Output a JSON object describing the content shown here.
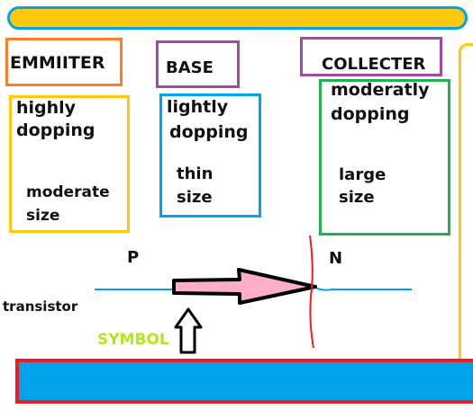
{
  "labels": {
    "emitter": "EMMIITER",
    "base": "BASE",
    "collector": "COLLECTER"
  },
  "emitter_props": {
    "doping_line1": "highly",
    "doping_line2": "dopping",
    "size_line1": "moderate",
    "size_line2": "size"
  },
  "base_props": {
    "doping_line1": "lightly",
    "doping_line2": "dopping",
    "size_line1": "thin",
    "size_line2": "size"
  },
  "collector_props": {
    "doping_line1": "moderatly",
    "doping_line2": "dopping",
    "size_line1": "large",
    "size_line2": "size"
  },
  "junction": {
    "p_label": "P",
    "n_label": "N"
  },
  "side_label": "transistor",
  "symbol_label": "SYMBOL",
  "colors": {
    "top_bar_fill": "#ffc90e",
    "top_bar_border": "#00a2e8",
    "emitter_border": "#ff7f27",
    "base_border": "#a349a4",
    "collector_border": "#a349a4",
    "emitter_props_border": "#ffc90e",
    "base_props_border": "#00a2e8",
    "collector_props_border": "#22b14c",
    "arrow_fill": "#ffaec9",
    "wire": "#00a2e8",
    "junction_line": "#ed1c24",
    "symbol_text": "#b5e61d",
    "bottom_bar_fill": "#00a2e8",
    "bottom_bar_border": "#ed1c24",
    "right_bar_border": "#ffc90e"
  }
}
